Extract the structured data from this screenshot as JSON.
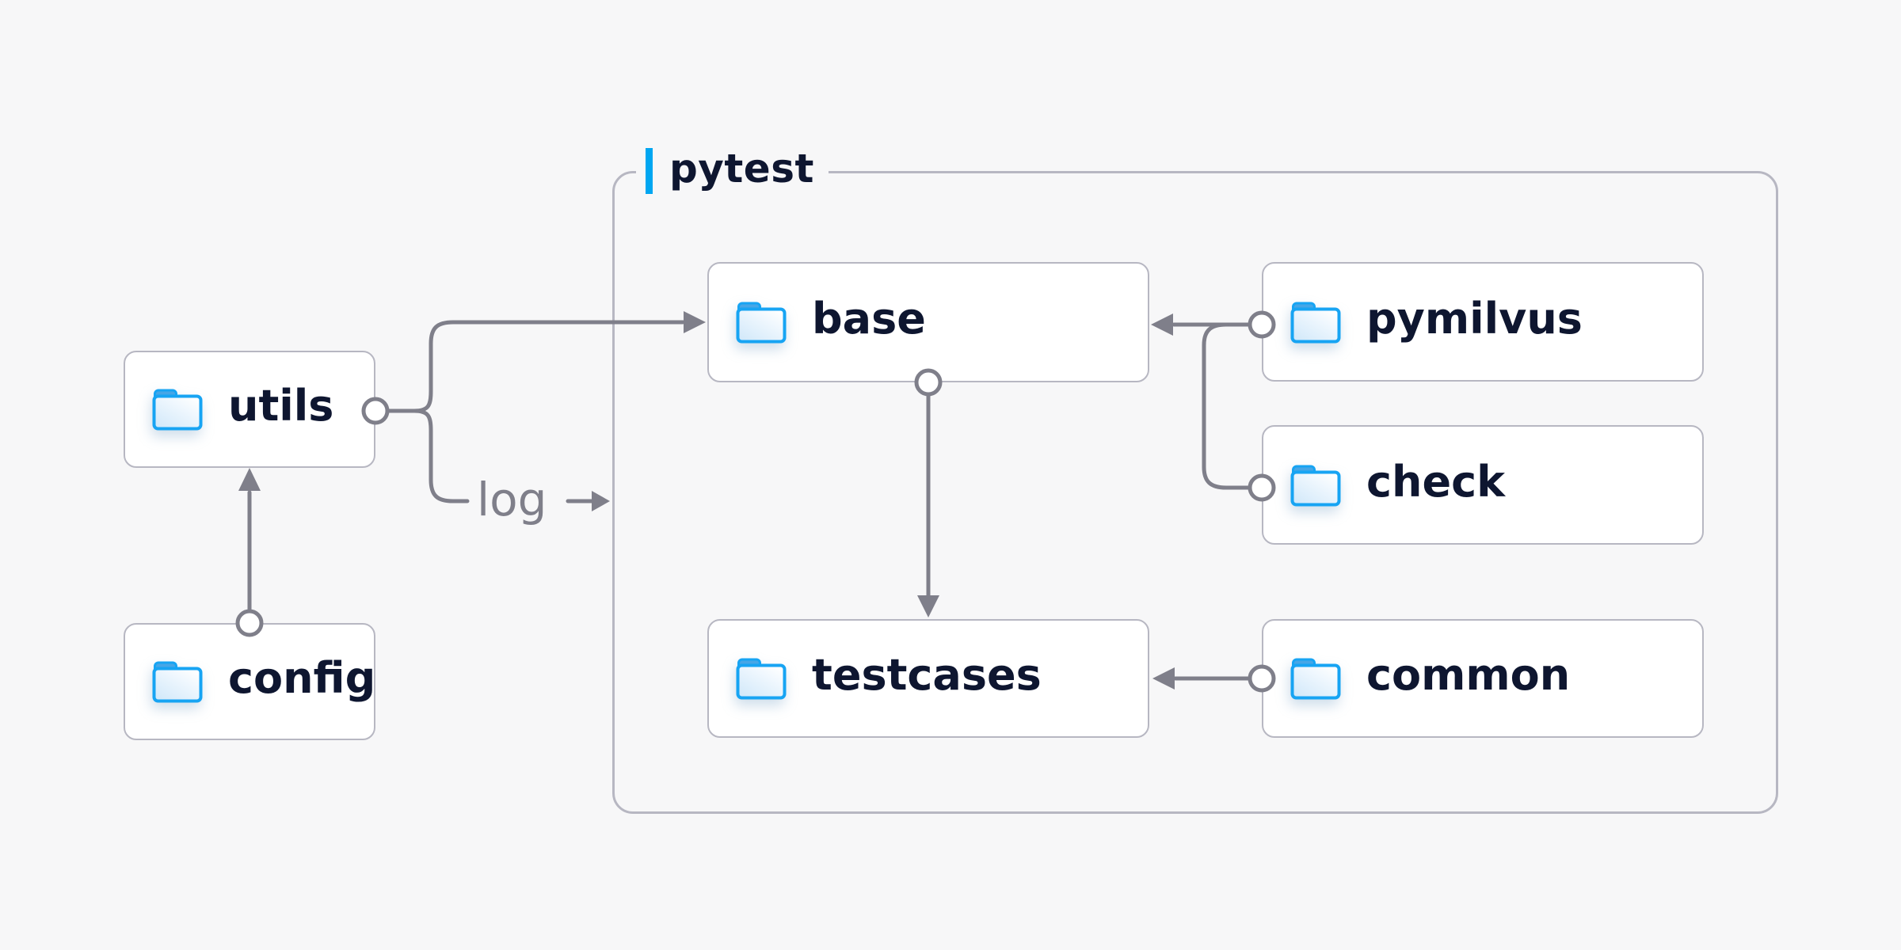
{
  "diagram": {
    "background_color": "#f7f7f8",
    "group": {
      "label": "pytest",
      "accent_color": "#00a6f1",
      "border_color": "#b7b7c2"
    },
    "nodes": {
      "utils": {
        "label": "utils",
        "icon": "folder-icon",
        "inside_group": false
      },
      "config": {
        "label": "config",
        "icon": "folder-icon",
        "inside_group": false
      },
      "base": {
        "label": "base",
        "icon": "folder-icon",
        "inside_group": true
      },
      "pymilvus": {
        "label": "pymilvus",
        "icon": "folder-icon",
        "inside_group": true
      },
      "check": {
        "label": "check",
        "icon": "folder-icon",
        "inside_group": true
      },
      "testcases": {
        "label": "testcases",
        "icon": "folder-icon",
        "inside_group": true
      },
      "common": {
        "label": "common",
        "icon": "folder-icon",
        "inside_group": true
      }
    },
    "edge_label": "log",
    "edges": [
      {
        "from": "config",
        "to": "utils"
      },
      {
        "from": "utils",
        "to": "base"
      },
      {
        "from": "utils",
        "to": "log",
        "note": "branch ends at group border with small arrow"
      },
      {
        "from": "pymilvus",
        "to": "base"
      },
      {
        "from": "check",
        "to": "base"
      },
      {
        "from": "base",
        "to": "testcases"
      },
      {
        "from": "common",
        "to": "testcases"
      }
    ],
    "colors": {
      "line": "#7f7f8a",
      "node_border": "#b7b7c2",
      "node_fill": "#ffffff",
      "text": "#0e1630",
      "edge_label_text": "#7f7f8a",
      "folder_stroke": "#17a4f3",
      "folder_tab": "#46a6e6"
    }
  }
}
